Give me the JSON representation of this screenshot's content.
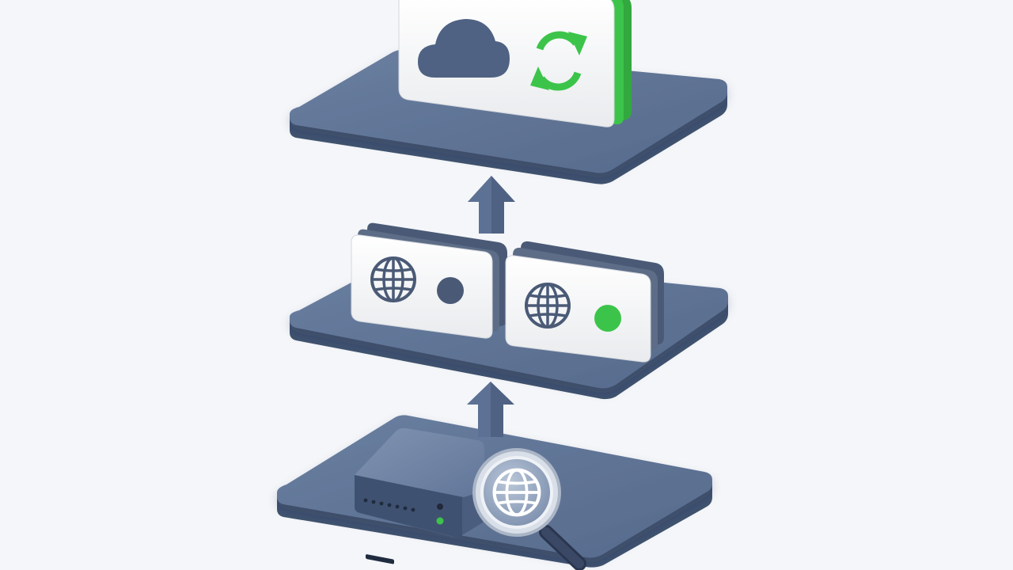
{
  "diagram": {
    "layers": [
      {
        "id": "top",
        "contents": [
          "cloud-icon",
          "sync-icon"
        ],
        "accent": "#3cb44a"
      },
      {
        "id": "middle",
        "contents": [
          {
            "icon": "globe-icon",
            "status": "inactive",
            "status_color": "#4a5a76"
          },
          {
            "icon": "globe-icon",
            "status": "active",
            "status_color": "#3cc44a"
          }
        ]
      },
      {
        "id": "bottom",
        "contents": [
          "server-icon",
          "magnifier-globe-icon"
        ],
        "server_led_color": "#3cc44a"
      }
    ],
    "arrows": [
      {
        "from": "bottom",
        "to": "middle",
        "direction": "up"
      },
      {
        "from": "middle",
        "to": "top",
        "direction": "up"
      }
    ],
    "colors": {
      "background": "#f4f6f9",
      "platform": "#5b7093",
      "platform_edge": "#445673",
      "card": "#f4f5f4",
      "icon_dark": "#4a5a76",
      "green": "#3cc44a"
    }
  }
}
